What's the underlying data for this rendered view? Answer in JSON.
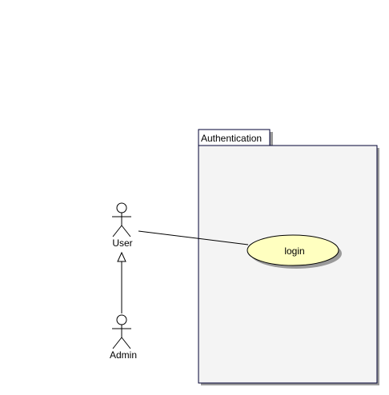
{
  "colors": {
    "background": "#ffffff",
    "package_fill": "#f4f4f4",
    "package_stroke": "#000033",
    "shadow": "#9a9a9a",
    "usecase_fill": "#ffffc0",
    "line": "#000000"
  },
  "package": {
    "name": "Authentication"
  },
  "actors": [
    {
      "id": "user",
      "label": "User"
    },
    {
      "id": "admin",
      "label": "Admin"
    }
  ],
  "use_cases": [
    {
      "id": "login",
      "label": "login"
    }
  ],
  "relations": [
    {
      "type": "association",
      "from": "User",
      "to": "login"
    },
    {
      "type": "generalization",
      "from": "Admin",
      "to": "User"
    }
  ]
}
